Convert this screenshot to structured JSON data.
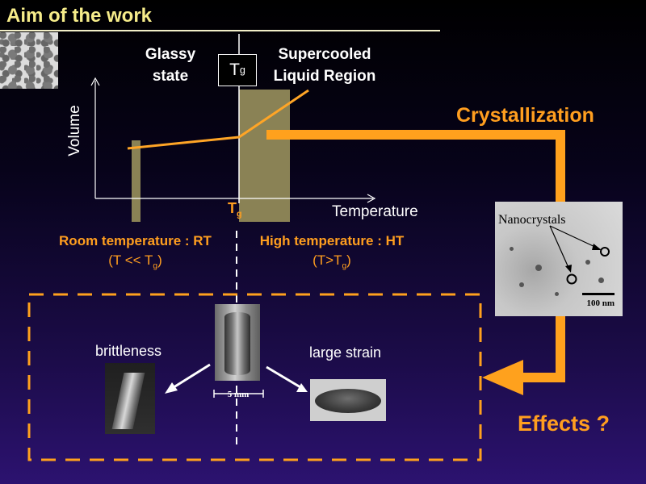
{
  "slide": {
    "title": "Aim of the work"
  },
  "graph": {
    "glassy_line1": "Glassy",
    "glassy_line2": "state",
    "tg_box_main": "T",
    "tg_box_sub": "g",
    "supercooled_line1": "Supercooled",
    "supercooled_line2": "Liquid Region",
    "y_axis_label": "Volume",
    "x_axis_label": "Temperature",
    "tg_axis_main": "T",
    "tg_axis_sub": "g"
  },
  "regions": {
    "rt_label": "Room temperature : RT",
    "rt_cond_prefix": "(T << T",
    "rt_cond_sub": "g",
    "rt_cond_suffix": ")",
    "ht_label": "High temperature : HT",
    "ht_cond_prefix": "(T>T",
    "ht_cond_sub": "g",
    "ht_cond_suffix": ")"
  },
  "crystallization": {
    "label": "Crystallization",
    "image_caption": "Nanocrystals",
    "image_scale": "100 nm"
  },
  "effects": {
    "brittleness_label": "brittleness",
    "large_strain_label": "large strain",
    "sample_scale": "5 mm",
    "effects_label": "Effects ?"
  },
  "colors": {
    "title": "#f6ec8a",
    "accent_orange": "#ff9e1f",
    "region_fill": "#8a8255",
    "curve": "#ffa526"
  }
}
